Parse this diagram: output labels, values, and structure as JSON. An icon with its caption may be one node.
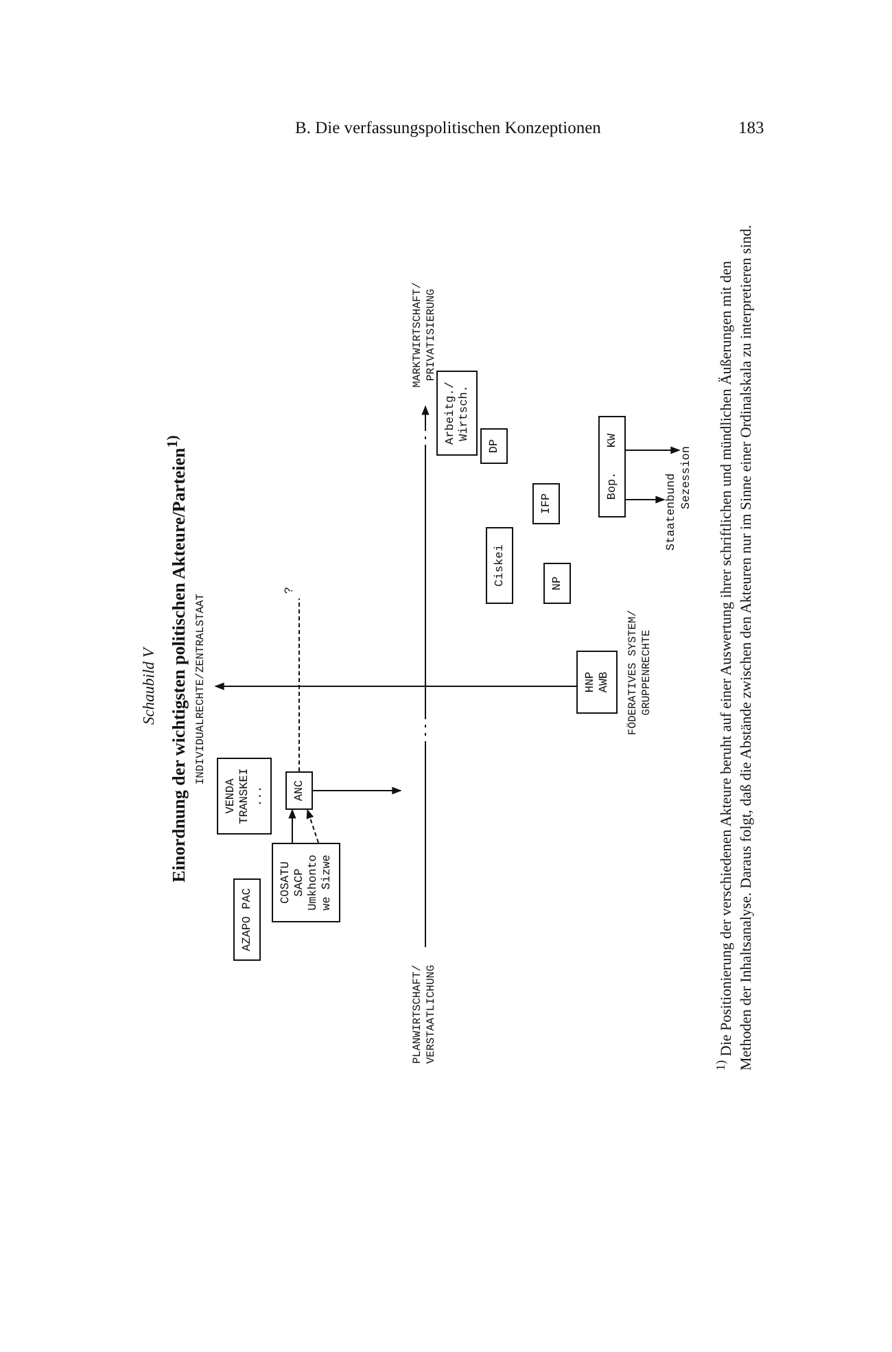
{
  "diagram": {
    "title": "Einordnung der wichtigsten politischen Akteure/Parteien$^{1)}$",
    "caption": "$^{1)}$ Die Positionierung der verschiedenen Akteure beruht auf einer Auswertung ihrer schriftlichen und mündlichen Äußerungen mit den Methoden der Inhaltsanalyse. Daraus folgt, daß die Abstände zwischen den Akteuren nur im Sinne einer Ordinalskala zu interpretieren sind.",
    "nodes": [
      {
        "text": [
          "AZAPO PAC"
        ]
      },
      {
        "text": [
          "VENDA TRANSKEI ..."
        ]
      },
      {
        "text": [
          "COSATU SACP Umkhonto we Sizwe"
        ]
      },
      {
        "text": [
          "ANC"
        ]
      },
      {
        "text": [
          "?"
        ]
      },
      {
        "text": [
          "HNP",
          "AWB"
        ]
      },
      {
        "text": [
          "Ciskei"
        ]
      },
      {
        "text": [
          "NP"
        ]
      },
      {
        "text": [
          "IFP"
        ]
      },
      {
        "text": [
          "DP"
        ]
      },
      {
        "text": [
          "Arbeitg./ Wirtsch."
        ]
      },
      {
        "text": [
          "Bop.",
          "KW"
        ]
      },
      {
        "text": [
          "Staatenbund"
        ]
      },
      {
        "text": [
          "Sezession"
        ]
      }
    ],
    "edges": [
      {
        "from": 2,
        "to": 3,
        "arrow": "to"
      },
      {
        "from": 2,
        "to": 3,
        "arrow": "to",
        "style": "dashed"
      },
      {
        "from": 3,
        "to": 4,
        "arrow": "none",
        "style": "dashed"
      },
      {
        "from": 3,
        "to": null,
        "arrow": "to"
      },
      {
        "from": 11,
        "to": 12,
        "arrow": "to"
      },
      {
        "from": 11,
        "to": 13,
        "arrow": "to"
      }
    ],
    "labels": [
      "B. Die verfassungspolitischen Konzeptionen",
      "183",
      "Schaubild V",
      "INDIVIDUALRECHTE/ZENTRALSTAAT",
      "PLANWIRTSCHAFT/ VERSTAATLICHUNG",
      "MARKTWIRTSCHAFT/ PRIVATISIERUNG",
      "FÖDERATIVES SYSTEM/ GRUPPENRECHTE"
    ]
  }
}
